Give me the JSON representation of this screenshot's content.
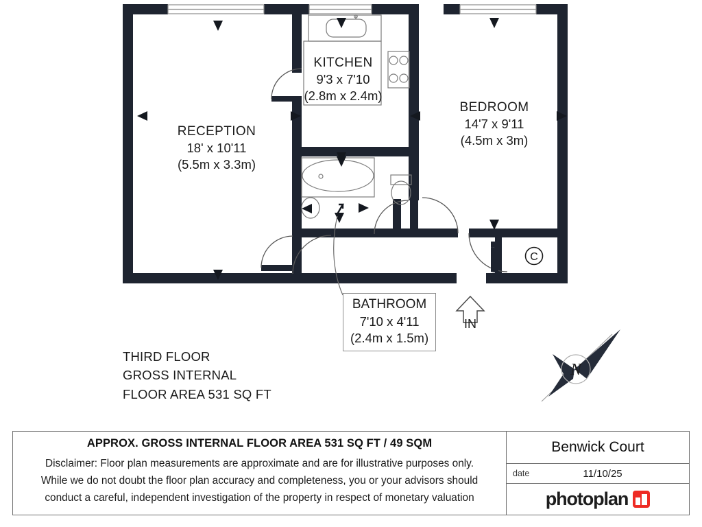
{
  "document": {
    "type": "floor-plan",
    "floor_note_lines": [
      "THIRD FLOOR",
      "GROSS INTERNAL",
      "FLOOR AREA 531 SQ FT"
    ],
    "entrance_label": "IN",
    "cupboard_marker": "C",
    "compass_letter": "N"
  },
  "rooms": [
    {
      "key": "reception",
      "name": "RECEPTION",
      "imperial": "18' x 10'11",
      "metric": "(5.5m x 3.3m)"
    },
    {
      "key": "kitchen",
      "name": "KITCHEN",
      "imperial": "9'3 x 7'10",
      "metric": "(2.8m x 2.4m)"
    },
    {
      "key": "bedroom",
      "name": "BEDROOM",
      "imperial": "14'7 x 9'11",
      "metric": "(4.5m x 3m)"
    },
    {
      "key": "bathroom",
      "name": "BATHROOM",
      "imperial": "7'10 x 4'11",
      "metric": "(2.4m x 1.5m)"
    }
  ],
  "footer": {
    "area_title": "APPROX. GROSS INTERNAL FLOOR AREA 531 SQ FT / 49 SQM",
    "disclaimer_lines": [
      "Disclaimer: Floor plan measurements are approximate and are for illustrative purposes only.",
      "While we do not doubt the floor plan accuracy and completeness, you or your advisors should",
      "conduct a careful, independent investigation of the property in respect of monetary valuation"
    ],
    "property_name": "Benwick Court",
    "date_key": "date",
    "date_value": "11/10/25",
    "brand_name": "photoplan"
  },
  "colors": {
    "wall": "#1e2430",
    "fixture_outline": "#6f6f6f",
    "brand_red": "#ee2b24",
    "text": "#1b1b1b",
    "footer_border": "#6e6e6e"
  }
}
